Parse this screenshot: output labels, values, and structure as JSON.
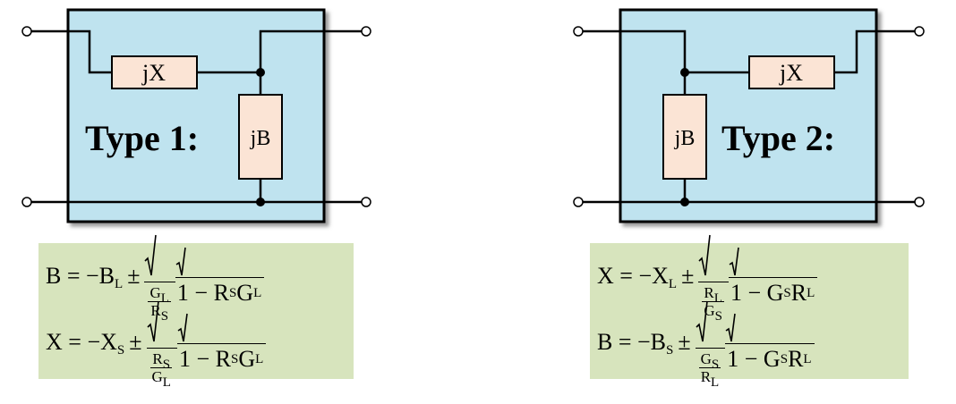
{
  "diagram": {
    "type1": {
      "title": "Type 1:",
      "series_label": "jX",
      "shunt_label": "jB",
      "formulas": {
        "b": {
          "lhs": "B = −B",
          "lhs_sub": "L",
          "pm": "±",
          "num": "G",
          "num_sub": "L",
          "den": "R",
          "den_sub": "S",
          "root": "1 − R",
          "root_sub1": "S",
          "root_mid": "G",
          "root_sub2": "L"
        },
        "x": {
          "lhs": "X = −X",
          "lhs_sub": "S",
          "pm": "±",
          "num": "R",
          "num_sub": "S",
          "den": "G",
          "den_sub": "L",
          "root": "1 − R",
          "root_sub1": "S",
          "root_mid": "G",
          "root_sub2": "L"
        }
      }
    },
    "type2": {
      "title": "Type 2:",
      "series_label": "jX",
      "shunt_label": "jB",
      "formulas": {
        "x": {
          "lhs": "X = −X",
          "lhs_sub": "L",
          "pm": "±",
          "num": "R",
          "num_sub": "L",
          "den": "G",
          "den_sub": "S",
          "root": "1 − G",
          "root_sub1": "S",
          "root_mid": "R",
          "root_sub2": "L"
        },
        "b": {
          "lhs": "B = −B",
          "lhs_sub": "S",
          "pm": "±",
          "num": "G",
          "num_sub": "S",
          "den": "R",
          "den_sub": "L",
          "root": "1 − G",
          "root_sub1": "S",
          "root_mid": "R",
          "root_sub2": "L"
        }
      }
    },
    "colors": {
      "box_fill": "#bfe3ef",
      "component_fill": "#fbe4d5",
      "formula_bg": "#d7e4bd",
      "wire": "#000000"
    }
  }
}
